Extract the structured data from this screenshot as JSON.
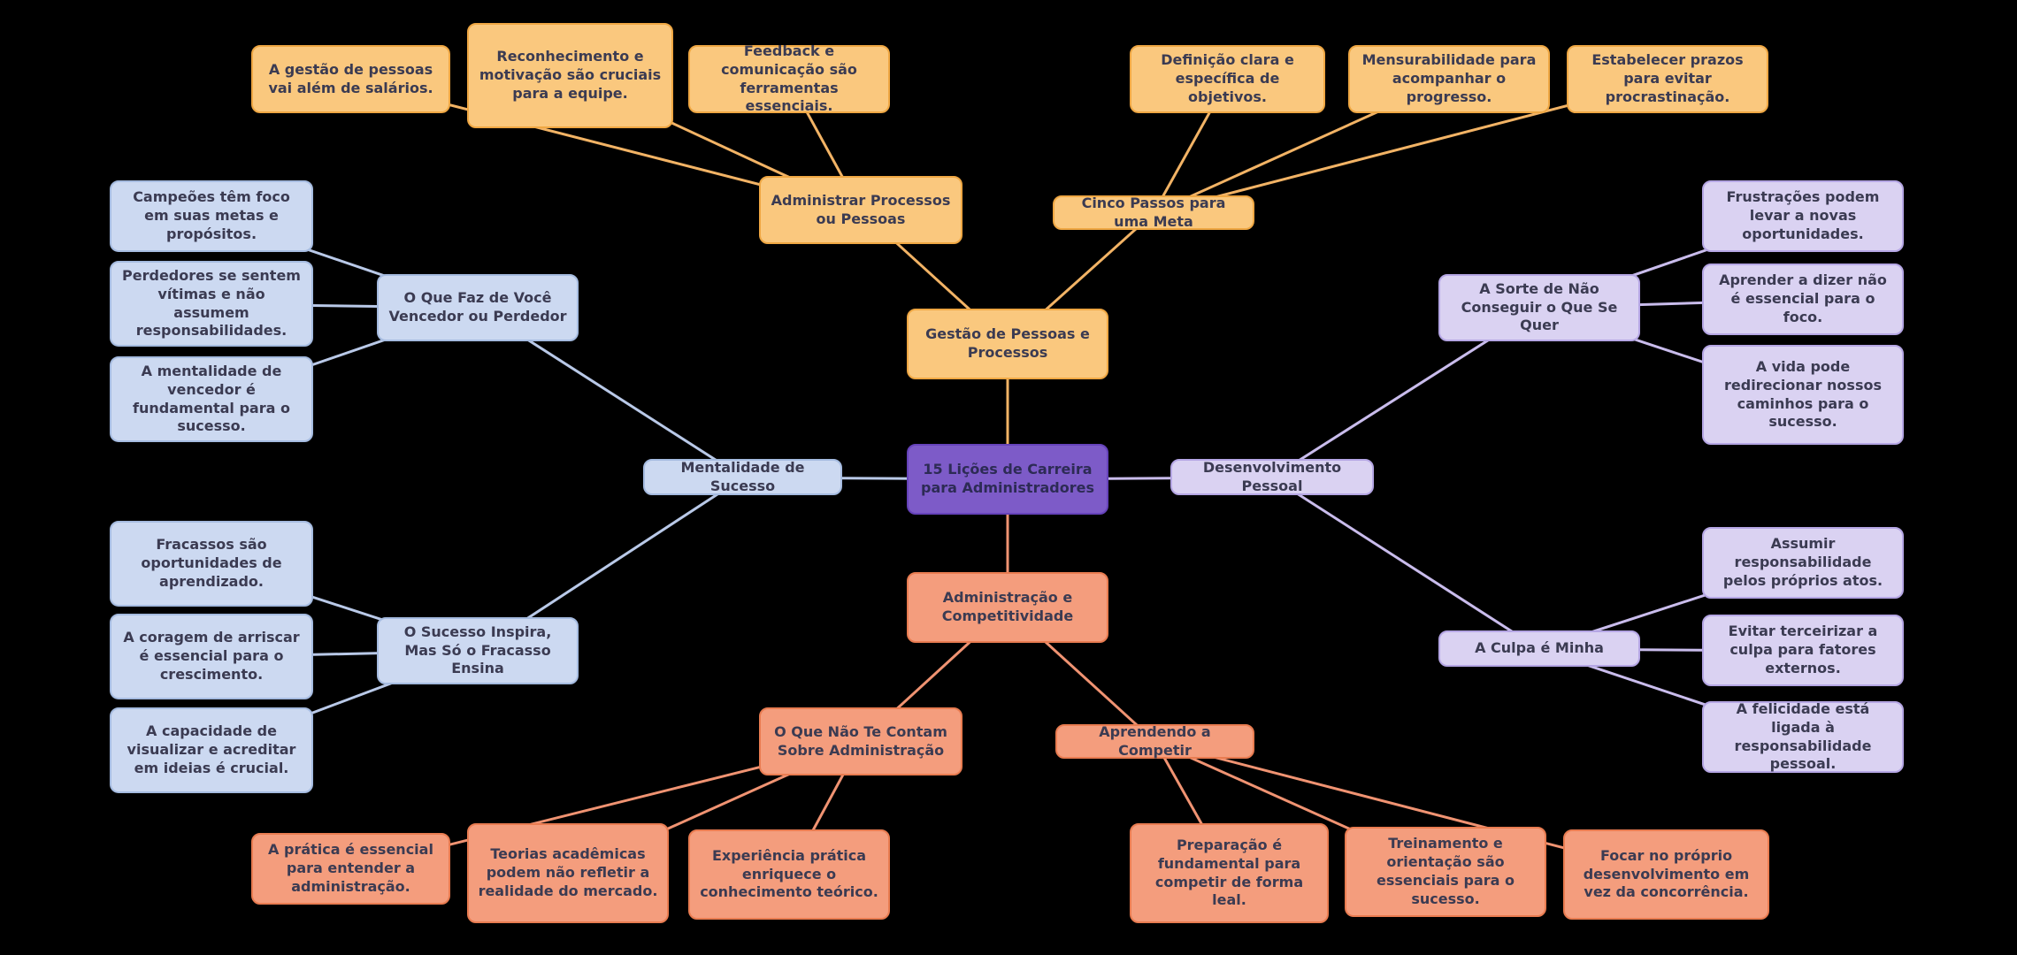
{
  "canvas": {
    "background": "#000000"
  },
  "colors": {
    "central_fill": "#7D5BC8",
    "gestao_fill": "#FAC87E",
    "mentalidade_fill": "#CCD9F1",
    "desenvolvimento_fill": "#DAD2F2",
    "administracao_fill": "#F49D7D",
    "gestao_edge": "#F2B365",
    "mentalidade_edge": "#B9C9E8",
    "desenvolvimento_edge": "#C9BCEC",
    "administracao_edge": "#F09372"
  },
  "root": {
    "label": "15 Lições de Carreira para Administradores"
  },
  "branches": [
    {
      "id": "gestao",
      "label": "Gestão de Pessoas e Processos",
      "children": [
        {
          "label": "Administrar Processos ou Pessoas",
          "leaves": [
            "A gestão de pessoas vai além de salários.",
            "Reconhecimento e motivação são cruciais para a equipe.",
            "Feedback e comunicação são ferramentas essenciais."
          ]
        },
        {
          "label": "Cinco Passos para uma Meta",
          "leaves": [
            "Definição clara e específica de objetivos.",
            "Mensurabilidade para acompanhar o progresso.",
            "Estabelecer prazos para evitar procrastinação."
          ]
        }
      ]
    },
    {
      "id": "mentalidade",
      "label": "Mentalidade de Sucesso",
      "children": [
        {
          "label": "O Que Faz de Você Vencedor ou Perdedor",
          "leaves": [
            "Campeões têm foco em suas metas e propósitos.",
            "Perdedores se sentem vítimas e não assumem responsabilidades.",
            "A mentalidade de vencedor é fundamental para o sucesso."
          ]
        },
        {
          "label": "O Sucesso Inspira, Mas Só o Fracasso Ensina",
          "leaves": [
            "Fracassos são oportunidades de aprendizado.",
            "A coragem de arriscar é essencial para o crescimento.",
            "A capacidade de visualizar e acreditar em ideias é crucial."
          ]
        }
      ]
    },
    {
      "id": "desenvolvimento",
      "label": "Desenvolvimento Pessoal",
      "children": [
        {
          "label": "A Sorte de Não Conseguir o Que Se Quer",
          "leaves": [
            "Frustrações podem levar a novas oportunidades.",
            "Aprender a dizer não é essencial para o foco.",
            "A vida pode redirecionar nossos caminhos para o sucesso."
          ]
        },
        {
          "label": "A Culpa é Minha",
          "leaves": [
            "Assumir responsabilidade pelos próprios atos.",
            "Evitar terceirizar a culpa para fatores externos.",
            "A felicidade está ligada à responsabilidade pessoal."
          ]
        }
      ]
    },
    {
      "id": "administracao",
      "label": "Administração e Competitividade",
      "children": [
        {
          "label": "O Que Não Te Contam Sobre Administração",
          "leaves": [
            "A prática é essencial para entender a administração.",
            "Teorias acadêmicas podem não refletir a realidade do mercado.",
            "Experiência prática enriquece o conhecimento teórico."
          ]
        },
        {
          "label": "Aprendendo a Competir",
          "leaves": [
            "Preparação é fundamental para competir de forma leal.",
            "Treinamento e orientação são essenciais para o sucesso.",
            "Focar no próprio desenvolvimento em vez da concorrência."
          ]
        }
      ]
    }
  ]
}
